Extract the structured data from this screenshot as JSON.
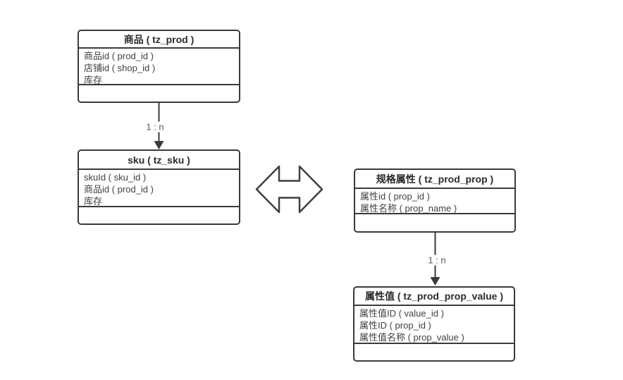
{
  "diagram": {
    "entities": [
      {
        "id": "prod",
        "title": "商品 ( tz_prod )",
        "fields": [
          "商品id ( prod_id )",
          "店铺id ( shop_id )",
          "库存"
        ]
      },
      {
        "id": "sku",
        "title": "sku ( tz_sku )",
        "fields": [
          "skuId ( sku_id )",
          "商品id ( prod_id )",
          "库存"
        ]
      },
      {
        "id": "prod_prop",
        "title": "规格属性 ( tz_prod_prop )",
        "fields": [
          "属性id ( prop_id )",
          "属性名称 ( prop_name )"
        ]
      },
      {
        "id": "prod_prop_value",
        "title": "属性值 ( tz_prod_prop_value )",
        "fields": [
          "属性值ID ( value_id )",
          "属性ID ( prop_id )",
          "属性值名称 ( prop_value )"
        ]
      }
    ],
    "relations": [
      {
        "label": "1 : n",
        "from": "prod",
        "to": "sku"
      },
      {
        "label": "1 : n",
        "from": "prod_prop",
        "to": "prod_prop_value"
      }
    ],
    "colors": {
      "border": "#3a3a3a",
      "field_text": "#404040",
      "header_text": "#2b2b2b",
      "relation_label_text": "#595959",
      "background": "#ffffff"
    }
  }
}
